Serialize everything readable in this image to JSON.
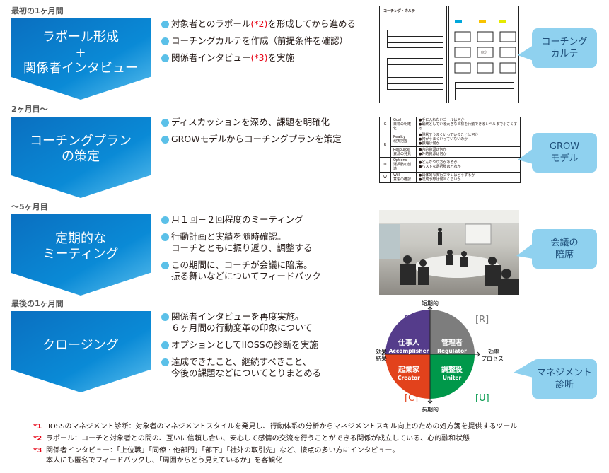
{
  "stages": [
    {
      "period": "最初の1ヶ月間",
      "title_lines": [
        "ラポール形成",
        "+",
        "関係者インタビュー"
      ],
      "bullets": [
        {
          "pre": "対象者とのラポール",
          "ref": "(*2)",
          "post": "を形成してから進める"
        },
        {
          "pre": "コーチングカルテを作成（前提条件を確認）",
          "ref": "",
          "post": ""
        },
        {
          "pre": "関係者インタビュー",
          "ref": "(*3)",
          "post": "を実施"
        }
      ],
      "callout": [
        "コーチング",
        "カルテ"
      ]
    },
    {
      "period": "2ヶ月目〜",
      "title_lines": [
        "コーチングプラン",
        "の策定"
      ],
      "bullets": [
        {
          "pre": "ディスカッションを深め、課題を明確化",
          "ref": "",
          "post": ""
        },
        {
          "pre": "GROWモデルからコーチングプランを策定",
          "ref": "",
          "post": ""
        }
      ],
      "callout": [
        "GROW",
        "モデル"
      ]
    },
    {
      "period": "〜5ヶ月目",
      "title_lines": [
        "定期的な",
        "ミーティング"
      ],
      "bullets": [
        {
          "pre": "月１回－２回程度のミーティング",
          "ref": "",
          "post": ""
        },
        {
          "pre": "行動計画と実績を随時確認。\nコーチとともに振り返り、調整する",
          "ref": "",
          "post": ""
        },
        {
          "pre": "この期間に、コーチが会議に陪席。\n振る舞いなどについてフィードバック",
          "ref": "",
          "post": ""
        }
      ],
      "callout": [
        "会議の",
        "陪席"
      ]
    },
    {
      "period": "最後の1ヶ月間",
      "title_lines": [
        "クロージング"
      ],
      "bullets": [
        {
          "pre": "関係者インタビューを再度実施。\n６ヶ月間の行動変革の印象について",
          "ref": "",
          "post": ""
        },
        {
          "pre": "オプションとしてIIOSSの診断を実施",
          "ref": "",
          "post": ""
        },
        {
          "pre": "達成できたこと、継続すべきこと、\n今後の課題などについてとりまとめる",
          "ref": "",
          "post": ""
        }
      ],
      "callout": [
        "マネジメント",
        "診断"
      ]
    }
  ],
  "karte": {
    "title": "コーチング・カルテ",
    "center": "自分"
  },
  "grow": [
    {
      "k": "G",
      "name": "Goal",
      "jp": "目標の明確化",
      "lines": [
        "●手に入れたいゴールは何か",
        "●最終としている大きな目標を行動できるレベルまで小さくする"
      ]
    },
    {
      "k": "R",
      "name": "Reality",
      "jp": "現実把握",
      "lines": [
        "●現状でうまくいっていることは何か",
        "●何がうまくいっていないのか",
        "●課題は何か"
      ]
    },
    {
      "k": "",
      "name": "Resource",
      "jp": "資源の発見",
      "lines": [
        "●内的資源は何か",
        "●外的資源は何か"
      ]
    },
    {
      "k": "O",
      "name": "Options",
      "jp": "選択肢の創造",
      "lines": [
        "●どんなやり方があるか",
        "●ベストな選択肢はどれか"
      ]
    },
    {
      "k": "W",
      "name": "Will",
      "jp": "意思の確認",
      "lines": [
        "●具体的な実行プランはどうするか",
        "●達成予想は何％くらいか"
      ]
    }
  ],
  "mgmt": {
    "axis_top": "短期的",
    "axis_bottom": "長期的",
    "axis_left": [
      "効果",
      "結果"
    ],
    "axis_right": [
      "効率",
      "プロセス"
    ],
    "quadrants": [
      {
        "tag": "[A]",
        "jp": "仕事人",
        "en": "Accomplisher",
        "color": "#553c8b"
      },
      {
        "tag": "[R]",
        "jp": "管理者",
        "en": "Regulator",
        "color": "#7d7d7d"
      },
      {
        "tag": "[C]",
        "jp": "起業家",
        "en": "Creator",
        "color": "#e2421c"
      },
      {
        "tag": "[U]",
        "jp": "調整役",
        "en": "Uniter",
        "color": "#00984a"
      }
    ]
  },
  "notes": [
    {
      "mark": "*1",
      "lines": [
        "IIOSSのマネジメント診断：対象者のマネジメントスタイルを発見し、行動体系の分析からマネジメントスキル向上のための処方箋を提供するツール"
      ]
    },
    {
      "mark": "*2",
      "lines": [
        "ラポール：コーチと対象者との間の、互いに信頼し合い、安心して感情の交流を行うことができる関係が成立している、心的融和状態"
      ]
    },
    {
      "mark": "*3",
      "lines": [
        "関係者インタビュー：「上位職」「同僚・他部門」「部下」「社外の取引先」など、接点の多い方にインタビュー。",
        "本人にも匿名でフィードバックし、「周囲からどう見えているか」を客観化"
      ]
    }
  ]
}
